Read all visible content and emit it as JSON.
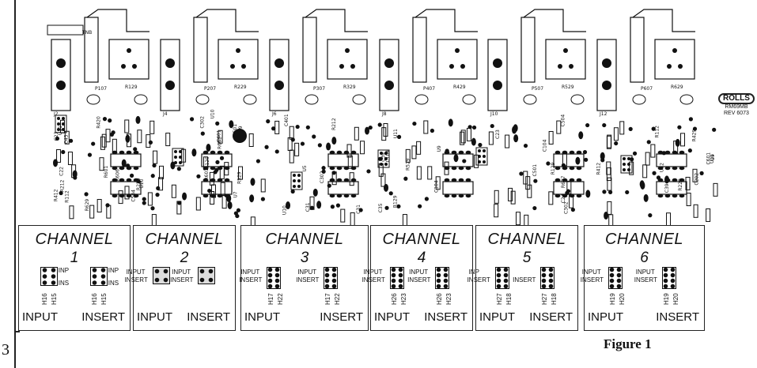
{
  "page_number": "3",
  "figure_caption": "Figure 1",
  "brand": {
    "logo": "ROLLS",
    "model": "RM69MB",
    "rev": "REV 6073"
  },
  "channels": [
    {
      "title": "CHANNEL",
      "number": "1",
      "groups": [
        {
          "style": "a",
          "top": "INP",
          "bottom": "INS",
          "h1": "H16",
          "h2": "H15"
        },
        {
          "style": "a",
          "top": "INP",
          "bottom": "INS",
          "h1": "H16",
          "h2": "H15"
        }
      ],
      "footer_left": "INPUT",
      "footer_right": "INSERT"
    },
    {
      "title": "CHANNEL",
      "number": "2",
      "groups": [
        {
          "style": "b",
          "top": "INPUT",
          "bottom": "INSERT",
          "h1": "",
          "h2": ""
        },
        {
          "style": "b",
          "top": "INPUT",
          "bottom": "INSERT",
          "h1": "",
          "h2": ""
        }
      ],
      "footer_left": "INPUT",
      "footer_right": "INSERT"
    },
    {
      "title": "CHANNEL",
      "number": "3",
      "groups": [
        {
          "style": "c",
          "top": "INPUT",
          "bottom": "INSERT",
          "h1": "H17",
          "h2": "H22"
        },
        {
          "style": "c",
          "top": "INPUT",
          "bottom": "INSERT",
          "h1": "H17",
          "h2": "H22"
        }
      ],
      "footer_left": "INPUT",
      "footer_right": "INSERT"
    },
    {
      "title": "CHANNEL",
      "number": "4",
      "groups": [
        {
          "style": "d",
          "top": "INPUT",
          "bottom": "INSERT",
          "h1": "H26",
          "h2": "H23"
        },
        {
          "style": "d",
          "top": "INPUT",
          "bottom": "INSERT",
          "h1": "H26",
          "h2": "H23"
        }
      ],
      "footer_left": "INPUT",
      "footer_right": "INSERT"
    },
    {
      "title": "CHANNEL",
      "number": "5",
      "groups": [
        {
          "style": "d",
          "top": "INP",
          "bottom": "INSERT",
          "h1": "H27",
          "h2": "H18"
        },
        {
          "style": "d",
          "top": "",
          "bottom": "INSERT",
          "h1": "H27",
          "h2": "H18"
        }
      ],
      "footer_left": "INPUT",
      "footer_right": "INSERT"
    },
    {
      "title": "CHANNEL",
      "number": "6",
      "groups": [
        {
          "style": "d",
          "top": "INPUT",
          "bottom": "INSERT",
          "h1": "H19",
          "h2": "H20"
        },
        {
          "style": "e",
          "top": "INPUT",
          "bottom": "INSERT",
          "h1": "H19",
          "h2": "H20"
        }
      ],
      "footer_left": "INPUT",
      "footer_right": "INSERT"
    }
  ],
  "board_labels": {
    "jacks": [
      "J2",
      "J4",
      "J6",
      "J8",
      "J10",
      "J12"
    ],
    "pots": [
      "P107",
      "P207",
      "P307",
      "P407",
      "P507",
      "P607"
    ],
    "parts": [
      "R129",
      "R229",
      "R329",
      "R429",
      "R529",
      "R629",
      "C101",
      "C201",
      "C202",
      "C301",
      "C302",
      "C401",
      "C402",
      "C501",
      "C502",
      "C601",
      "C602",
      "C23",
      "C27",
      "C31",
      "C35",
      "C39",
      "C43",
      "U1",
      "U3",
      "U5",
      "U7",
      "U9",
      "U11",
      "U10",
      "U12",
      "R212",
      "R220",
      "C204",
      "C104",
      "R120",
      "R112",
      "C604",
      "C504",
      "C404",
      "R412",
      "R420",
      "R314",
      "C22",
      "C24",
      "R601",
      "R627",
      "R606"
    ],
    "headers": [
      "H16",
      "H15",
      "H17",
      "H22",
      "H23",
      "H26",
      "H27",
      "H18",
      "H19",
      "H20"
    ],
    "tags": [
      "INP",
      "INS",
      "INPUT",
      "INSERT",
      "INPUT",
      "INSERT",
      "INPUT",
      "INSERT",
      "INPUT",
      "INSERT",
      "INP",
      "INPUT",
      "INSERT",
      "INPUT",
      "INSERT"
    ]
  }
}
